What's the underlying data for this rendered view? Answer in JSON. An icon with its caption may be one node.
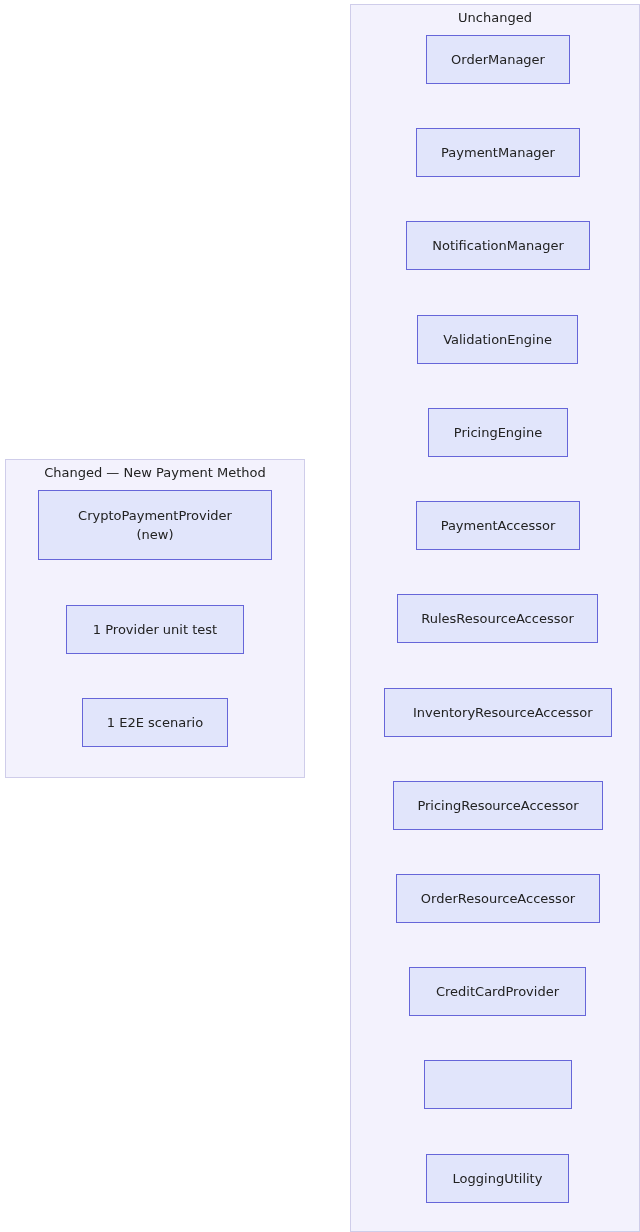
{
  "diagram": {
    "nodes": [
      {
        "text": [
          "Unchanged"
        ]
      },
      {
        "text": [
          "OrderManager"
        ],
        "in": 0
      },
      {
        "text": [
          "PaymentManager"
        ],
        "in": 0
      },
      {
        "text": [
          "NotificationManager"
        ],
        "in": 0
      },
      {
        "text": [
          "ValidationEngine"
        ],
        "in": 0
      },
      {
        "text": [
          "PricingEngine"
        ],
        "in": 0
      },
      {
        "text": [
          "PaymentAccessor"
        ],
        "in": 0
      },
      {
        "text": [
          "RulesResourceAccessor"
        ],
        "in": 0
      },
      {
        "text": [
          "InventoryResourceAccessor"
        ],
        "in": 0
      },
      {
        "text": [
          "PricingResourceAccessor"
        ],
        "in": 0
      },
      {
        "text": [
          "OrderResourceAccessor"
        ],
        "in": 0
      },
      {
        "text": [
          "CreditCardProvider"
        ],
        "in": 0
      },
      {
        "text": [],
        "shape": "box",
        "in": 0
      },
      {
        "text": [
          "LoggingUtility"
        ],
        "in": 0
      },
      {
        "text": [
          "Changed — New Payment Method"
        ]
      },
      {
        "text": [
          "CryptoPaymentProvider (new)"
        ],
        "in": 14
      },
      {
        "text": [
          "1 Provider unit test"
        ],
        "in": 14
      },
      {
        "text": [
          "1 E2E scenario"
        ],
        "in": 14
      }
    ]
  }
}
